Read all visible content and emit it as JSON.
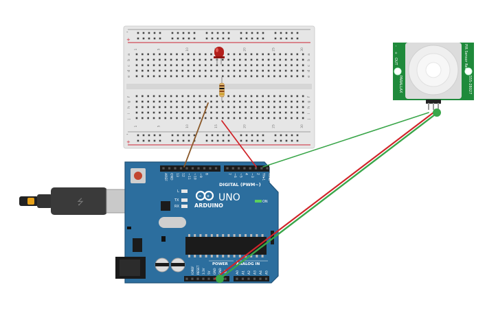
{
  "breadboard": {
    "row_letters_top": [
      "a",
      "b",
      "c",
      "d",
      "e"
    ],
    "row_letters_bottom": [
      "f",
      "g",
      "h",
      "i",
      "j"
    ],
    "rail_minus": "-",
    "rail_plus": "+",
    "column_numbers": [
      "1",
      "",
      "",
      "",
      "5",
      "",
      "",
      "",
      "",
      "10",
      "",
      "",
      "",
      "",
      "15",
      "",
      "",
      "",
      "",
      "20",
      "",
      "",
      "",
      "",
      "25",
      "",
      "",
      "",
      "",
      "30"
    ]
  },
  "arduino": {
    "logo_text": "ARDUINO",
    "model": "UNO",
    "on_label": "ON",
    "digital_label": "DIGITAL (PWM~)",
    "power_label": "POWER",
    "analog_label": "ANALOG IN",
    "led_l": "L",
    "led_tx": "TX",
    "led_rx": "RX",
    "top_pins": [
      "AREF",
      "GND",
      "13",
      "12",
      "~11",
      "~10",
      "~9",
      "8",
      "7",
      "~6",
      "~5",
      "4",
      "~3",
      "2",
      "TX▸1",
      "RX◂0"
    ],
    "power_pins": [
      "IOREF",
      "RESET",
      "3.3V",
      "5V",
      "GND",
      "GND",
      "VIN"
    ],
    "analog_pins": [
      "A0",
      "A1",
      "A2",
      "A3",
      "A4",
      "A5"
    ]
  },
  "pir_sensor": {
    "side_text_left": "PIR Sensor Rev B",
    "side_text_right": "555-28027",
    "brand": "PARALLAX",
    "pin_labels": [
      "-",
      "+",
      "OUT"
    ]
  },
  "colors": {
    "board_blue": "#2c6e9e",
    "breadboard": "#e8e8e8",
    "wire_green": "#3aa64a",
    "wire_red": "#d0252a",
    "wire_brown": "#8b5a2b",
    "led_red": "#b3201c",
    "pcb_green": "#1f8a3b"
  }
}
